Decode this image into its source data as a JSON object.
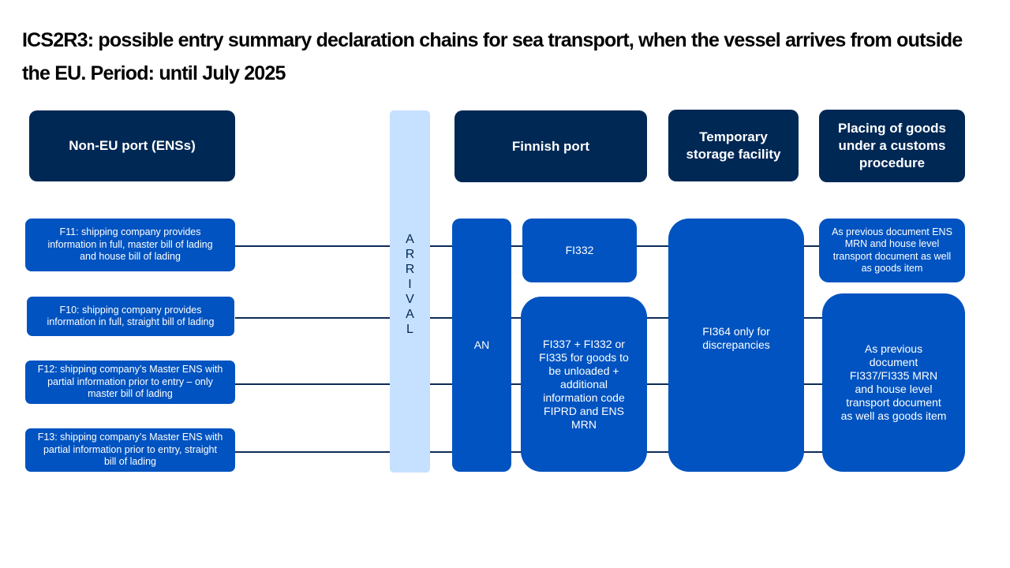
{
  "title": "ICS2R3: possible entry summary declaration chains for sea transport, when the vessel arrives from outside the EU. Period: until July 2025",
  "headers": {
    "non_eu": "Non-EU port (ENSs)",
    "finnish": "Finnish port",
    "storage": "Temporary storage facility",
    "placing": "Placing of goods under a customs procedure"
  },
  "arrival": "A\nR\nR\nI\nV\nA\nL",
  "rows": {
    "f11": "F11: shipping company provides information in full, master bill of lading and house bill of lading",
    "f10": "F10: shipping company provides information in full, straight bill of lading",
    "f12": "F12: shipping company’s Master ENS  with  partial information prior to entry – only master bill of lading",
    "f13": "F13: shipping company’s Master ENS  with  partial information prior to entry, straight bill of lading"
  },
  "boxes": {
    "an": "AN",
    "fi332": "FI332",
    "fi337": "FI337 + FI332 or FI335 for goods to be unloaded + additional information code FIPRD and ENS MRN",
    "fi364": "FI364 only for discrepancies",
    "placing_top": "As previous  document ENS MRN and house level transport document as well as goods item",
    "placing_bottom": "As previous document FI337/FI335  MRN and house level transport document as well as goods item"
  },
  "colors": {
    "header_bg": "#002855",
    "box_bg": "#0053c0",
    "arrival_bg": "#c6e0ff",
    "line": "#0d2b57"
  }
}
